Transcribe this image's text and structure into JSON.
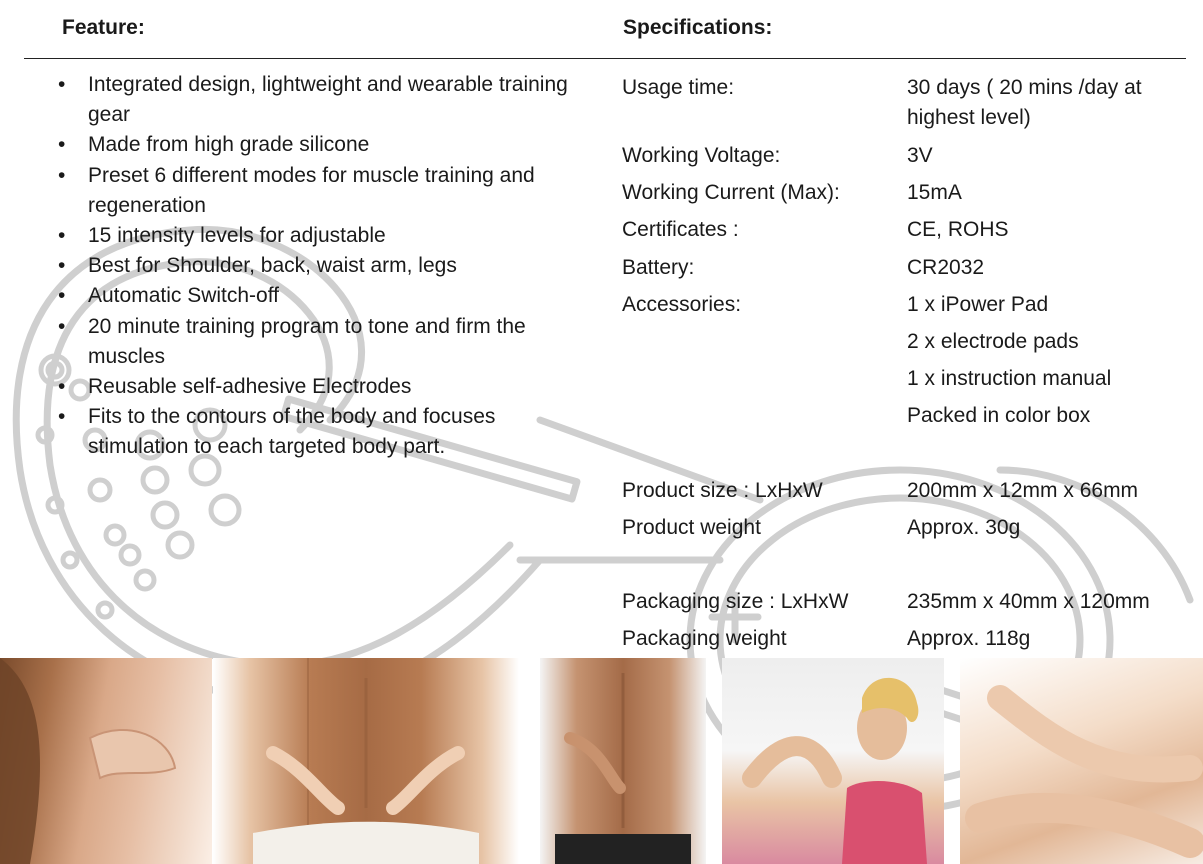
{
  "feature": {
    "heading": "Feature:",
    "items": [
      "Integrated design, lightweight and wearable training gear",
      "Made from high grade silicone",
      "Preset 6  different modes for muscle training and regeneration",
      "15 intensity levels for adjustable",
      "Best for Shoulder, back, waist arm, legs",
      "Automatic Switch-off",
      "20 minute training program to tone and firm the muscles",
      "Reusable self-adhesive Electrodes",
      "Fits to the contours of the body and focuses stimulation to each targeted body part."
    ]
  },
  "specifications": {
    "heading": "Specifications:",
    "usage_time": {
      "label": "Usage time:",
      "value": "30 days ( 20 mins /day at highest level)"
    },
    "working_voltage": {
      "label": "Working Voltage:",
      "value": "3V"
    },
    "working_current": {
      "label": "Working Current (Max):",
      "value": "15mA"
    },
    "certificates": {
      "label": "Certificates :",
      "value": "CE, ROHS"
    },
    "battery": {
      "label": "Battery:",
      "value": "CR2032"
    },
    "accessories": {
      "label": "Accessories:",
      "values": [
        "1 x iPower Pad",
        "2 x electrode pads",
        "1 x instruction manual",
        "Packed in color box"
      ]
    },
    "product_size": {
      "label": "Product size : LxHxW",
      "value": "200mm x 12mm x 66mm"
    },
    "product_weight": {
      "label": "Product weight",
      "value": "Approx. 30g"
    },
    "packaging_size": {
      "label": "Packaging size : LxHxW",
      "value": "235mm x 40mm x 120mm"
    },
    "packaging_weight": {
      "label": "Packaging weight",
      "value": "Approx. 118g"
    }
  },
  "colors": {
    "text": "#1a1a1a",
    "watermark_outline": "#c8c8c8"
  }
}
